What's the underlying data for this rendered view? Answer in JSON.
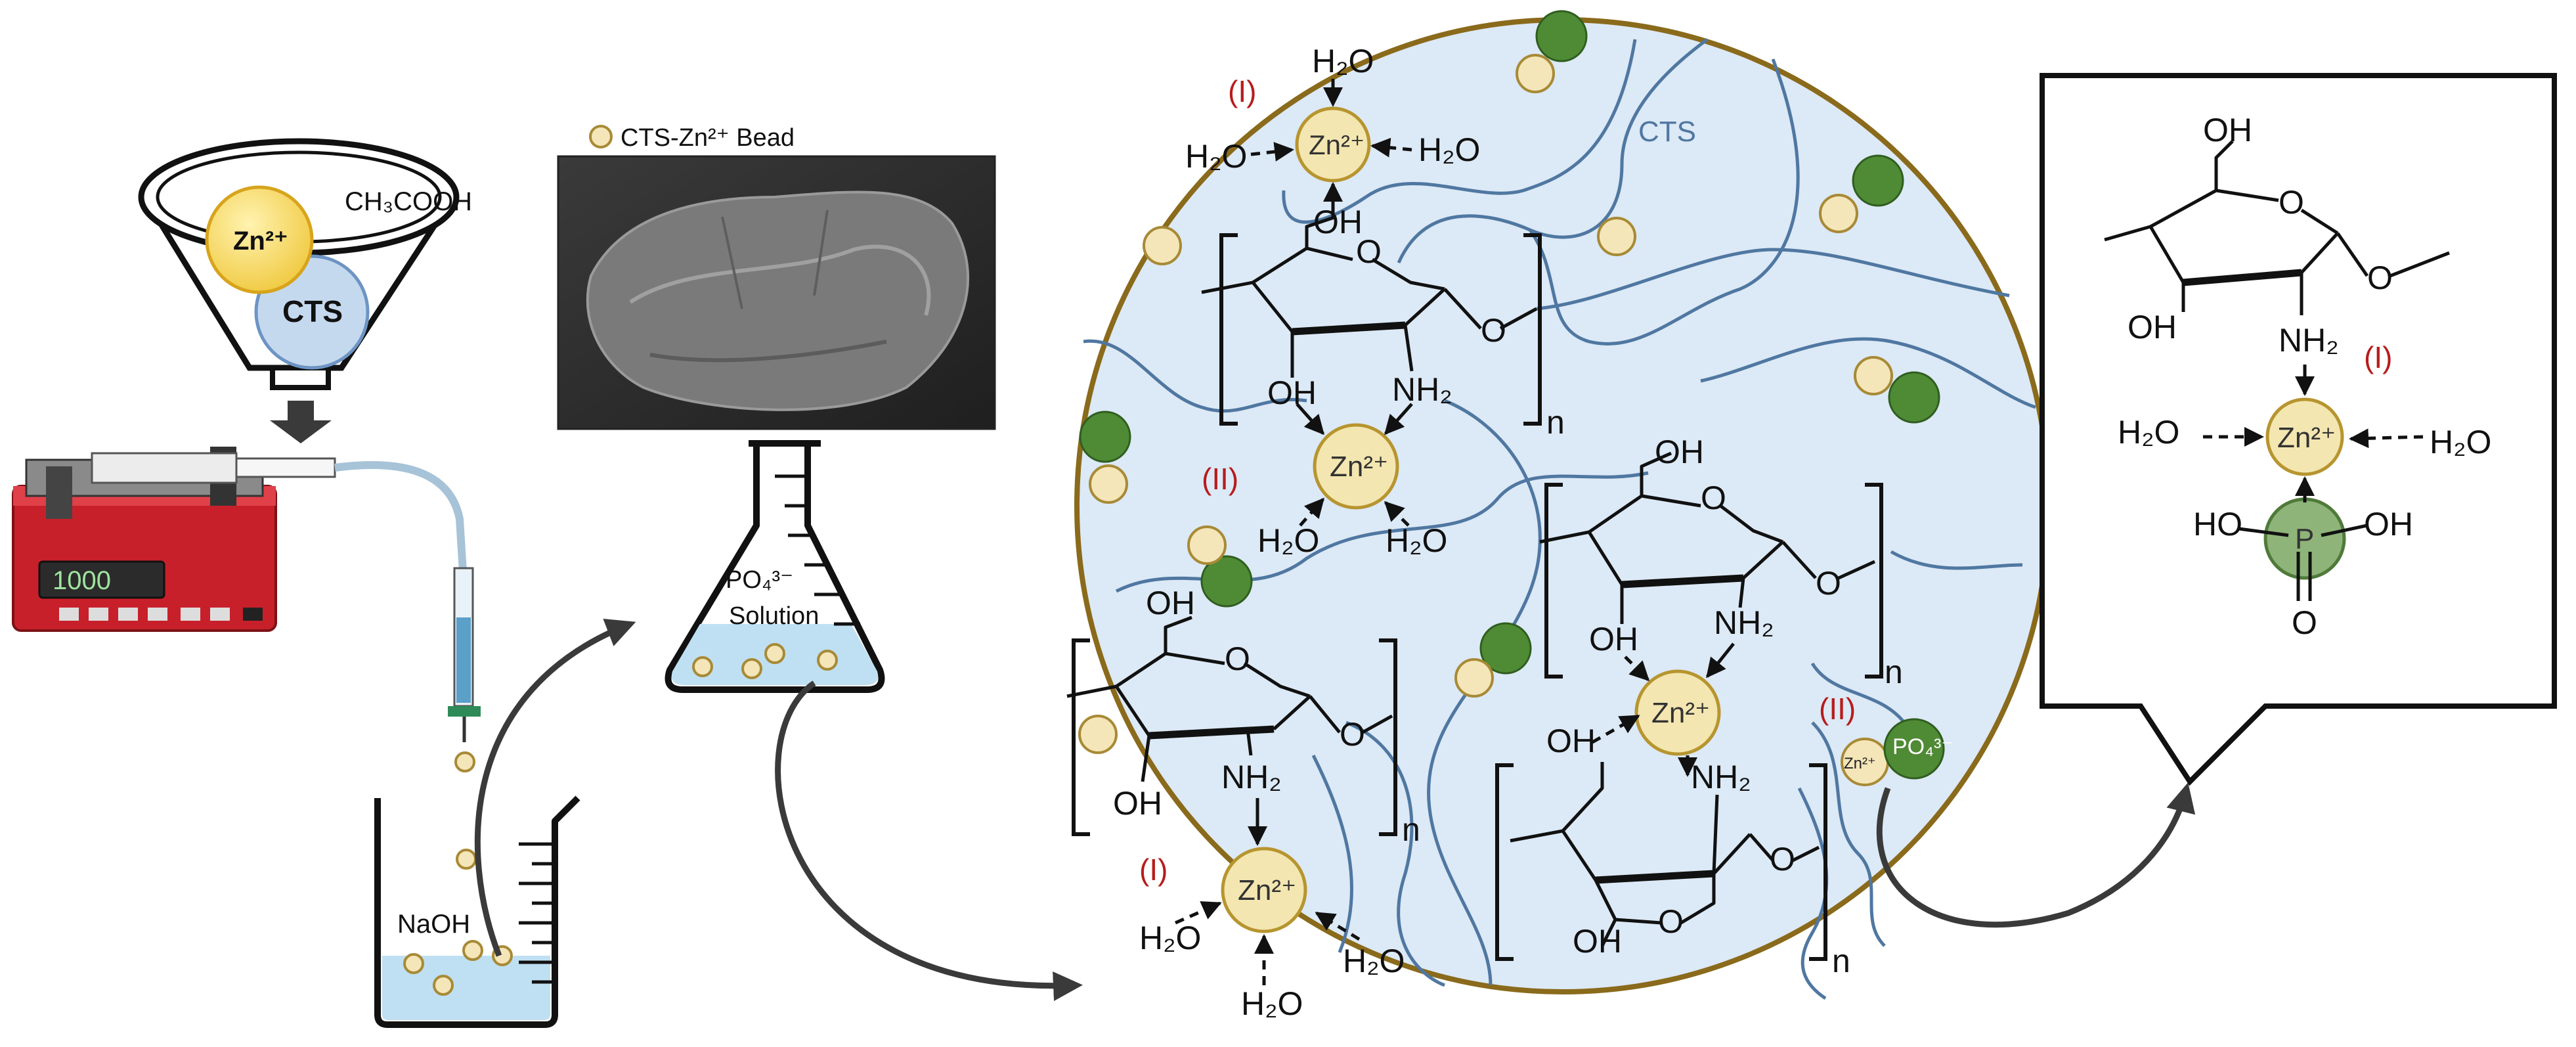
{
  "funnel": {
    "acid": "CH₃COOH",
    "zinc": "Zn²⁺",
    "chitosan": "CTS"
  },
  "pump": {
    "display": "1000"
  },
  "beaker": {
    "label": "NaOH"
  },
  "sem": {
    "legend": "CTS-Zn²⁺ Bead"
  },
  "flask": {
    "line1": "PO₄³⁻",
    "line2": "Solution"
  },
  "bead": {
    "chain_label": "CTS",
    "water": "H₂O",
    "zn": "Zn²⁺",
    "oh": "OH",
    "nh2": "NH₂",
    "o": "O",
    "n": "n",
    "mark_i": "(I)",
    "mark_ii": "(II)",
    "small_zn": "Zn²⁺",
    "po4": "PO₄³⁻"
  },
  "callout": {
    "oh": "OH",
    "o": "O",
    "nh2": "NH₂",
    "water": "H₂O",
    "zn": "Zn²⁺",
    "mark": "(I)",
    "ho": "HO",
    "p": "P"
  },
  "colors": {
    "bead_fill": "#dce9f6",
    "bead_border": "#8a6a1b",
    "chitosan_chain": "#4f77a1",
    "zinc": "#f3e6b0",
    "phosphate": "#4f8a35",
    "pump_body": "#c8202a",
    "site_label": "#b71c1c"
  }
}
